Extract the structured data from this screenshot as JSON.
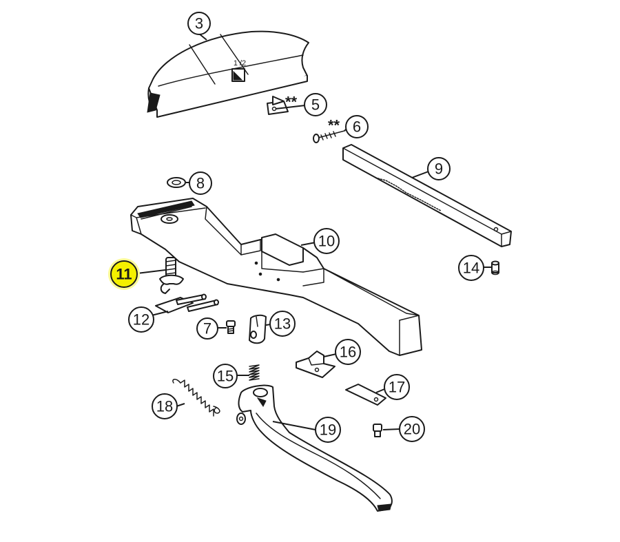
{
  "accent_color": "#f4f000",
  "highlighted_part": "11",
  "labels": {
    "scale_mark": "1 /2",
    "note_5": "**",
    "note_6": "**"
  },
  "callouts": [
    {
      "id": "3",
      "label": "3"
    },
    {
      "id": "5",
      "label": "5"
    },
    {
      "id": "6",
      "label": "6"
    },
    {
      "id": "8",
      "label": "8"
    },
    {
      "id": "9",
      "label": "9"
    },
    {
      "id": "10",
      "label": "10"
    },
    {
      "id": "11",
      "label": "11"
    },
    {
      "id": "12",
      "label": "12"
    },
    {
      "id": "13",
      "label": "13"
    },
    {
      "id": "14",
      "label": "14"
    },
    {
      "id": "15",
      "label": "15"
    },
    {
      "id": "16",
      "label": "16"
    },
    {
      "id": "17",
      "label": "17"
    },
    {
      "id": "18",
      "label": "18"
    },
    {
      "id": "19",
      "label": "19"
    },
    {
      "id": "20",
      "label": "20"
    },
    {
      "id": "7",
      "label": "7"
    }
  ]
}
